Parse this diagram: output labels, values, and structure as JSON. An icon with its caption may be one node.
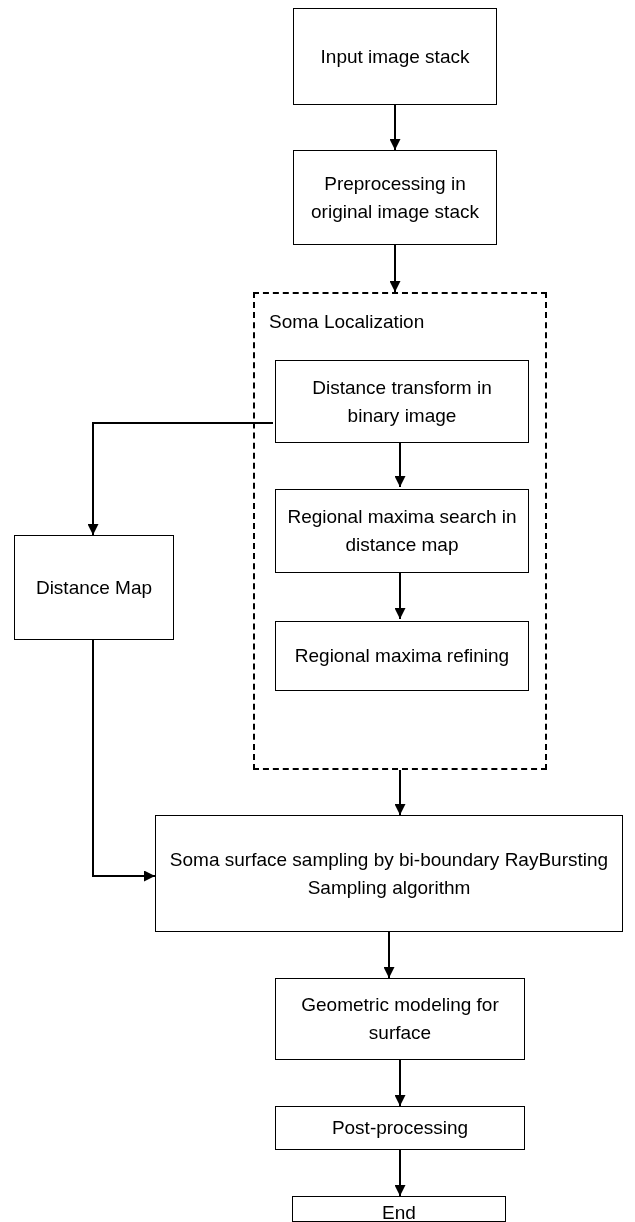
{
  "diagram": {
    "nodes": [
      {
        "text": [
          "Input image stack"
        ]
      },
      {
        "text": [
          "Preprocessing in original image stack"
        ]
      },
      {
        "text": [
          "Soma Localization"
        ]
      },
      {
        "text": [
          "Distance transform in binary image"
        ],
        "in": 2
      },
      {
        "text": [
          "Regional maxima search in distance map"
        ],
        "in": 2
      },
      {
        "text": [
          "Regional maxima refining"
        ],
        "in": 2
      },
      {
        "text": [
          "Distance Map"
        ]
      },
      {
        "text": [
          "Soma surface sampling by bi-boundary RayBursting Sampling algorithm"
        ]
      },
      {
        "text": [
          "Geometric modeling for surface"
        ]
      },
      {
        "text": [
          "Post-processing"
        ]
      },
      {
        "text": [
          "End"
        ]
      }
    ],
    "edges": [
      {
        "from": 0,
        "to": 1,
        "arrow": "to"
      },
      {
        "from": 1,
        "to": 2,
        "arrow": "to"
      },
      {
        "from": 3,
        "to": 6,
        "arrow": "to"
      },
      {
        "from": 3,
        "to": 4,
        "arrow": "to"
      },
      {
        "from": 4,
        "to": 5,
        "arrow": "to"
      },
      {
        "from": 2,
        "to": 7,
        "arrow": "to"
      },
      {
        "from": 6,
        "to": 7,
        "arrow": "to"
      },
      {
        "from": 7,
        "to": 8,
        "arrow": "to"
      },
      {
        "from": 8,
        "to": 9,
        "arrow": "to"
      },
      {
        "from": 9,
        "to": 10,
        "arrow": "to"
      }
    ]
  }
}
